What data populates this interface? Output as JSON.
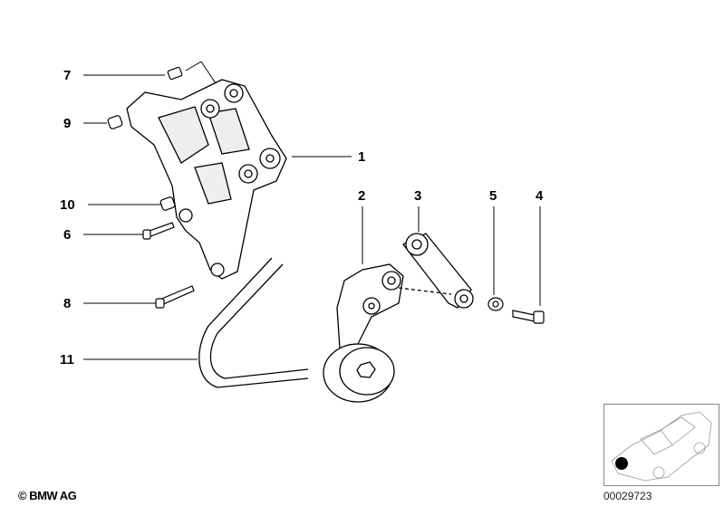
{
  "callouts": [
    {
      "id": "7",
      "label": "7"
    },
    {
      "id": "9",
      "label": "9"
    },
    {
      "id": "1",
      "label": "1"
    },
    {
      "id": "10",
      "label": "10"
    },
    {
      "id": "6",
      "label": "6"
    },
    {
      "id": "8",
      "label": "8"
    },
    {
      "id": "11",
      "label": "11"
    },
    {
      "id": "2",
      "label": "2"
    },
    {
      "id": "3",
      "label": "3"
    },
    {
      "id": "5",
      "label": "5"
    },
    {
      "id": "4",
      "label": "4"
    }
  ],
  "copyright": "© BMW AG",
  "document_number": "00029723"
}
